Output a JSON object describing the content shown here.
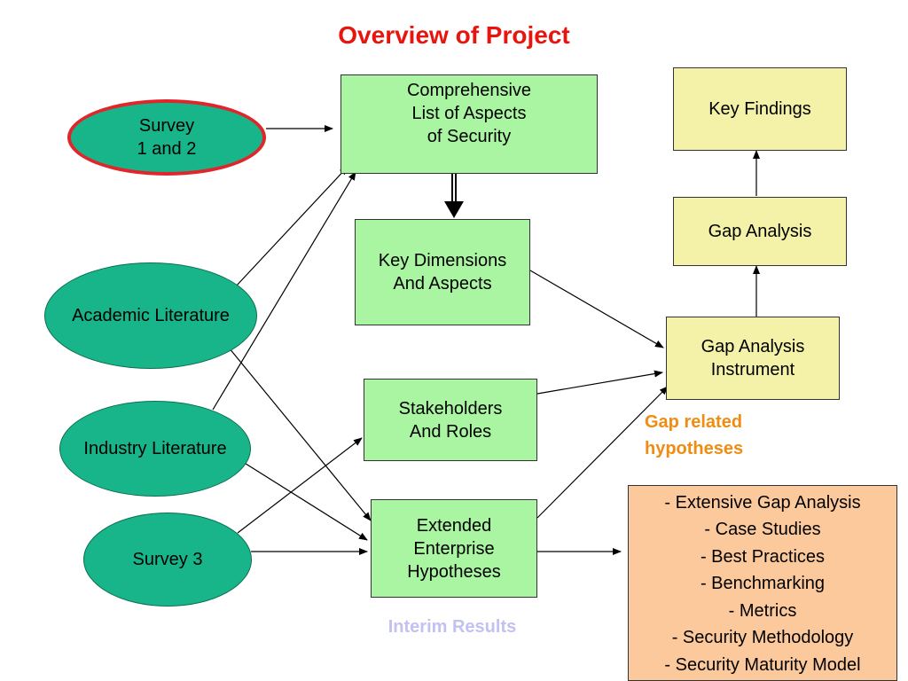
{
  "title": "Overview of Project",
  "sources": {
    "survey_1_2": "Survey\n1 and 2",
    "academic_literature": "Academic Literature",
    "industry_literature": "Industry Literature",
    "survey_3": "Survey 3"
  },
  "boxes": {
    "comprehensive_list": "Comprehensive\nList of Aspects\nof Security",
    "key_dimensions": "Key Dimensions\nAnd Aspects",
    "stakeholders": "Stakeholders\nAnd Roles",
    "extended_enterprise": "Extended\nEnterprise\nHypotheses",
    "gap_instrument": "Gap Analysis\nInstrument",
    "gap_analysis": "Gap Analysis",
    "key_findings": "Key Findings"
  },
  "gap_related_hypotheses": "Gap related\nhypotheses",
  "interim_results": "Interim Results",
  "outcomes": [
    "- Extensive Gap Analysis",
    "- Case Studies",
    "- Best Practices",
    "- Benchmarking",
    "- Metrics",
    "- Security Methodology",
    "- Security Maturity Model"
  ],
  "colors": {
    "title": "#e8150f",
    "oval_fill": "#19b58a",
    "highlight_border": "#e0252b",
    "box_green": "#a9f5a1",
    "box_yellow": "#f3f2a8",
    "box_orange": "#fcc99c",
    "gap_hypotheses_text": "#f08c12",
    "interim_text": "#c3c0f2"
  }
}
